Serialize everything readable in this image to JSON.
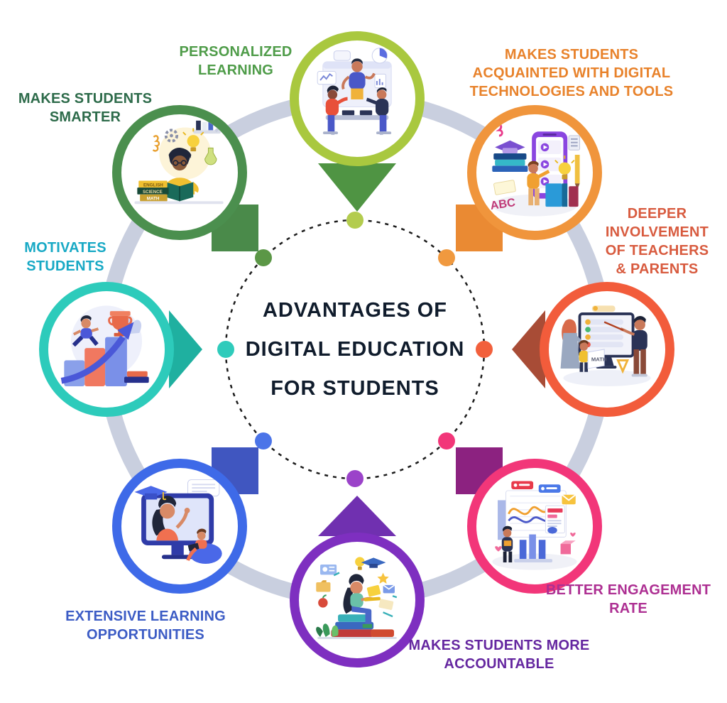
{
  "title": {
    "line1": "ADVANTAGES OF",
    "line2": "DIGITAL EDUCATION",
    "line3": "FOR STUDENTS",
    "text_color": "#101c2c"
  },
  "nodes": [
    {
      "id": "personalized-learning",
      "label": "PERSONALIZED LEARNING",
      "label_color": "#4f9c49",
      "ring_color": "#a9c83f",
      "dot_color": "#b3cc4e",
      "pointer_color": "#4f9443",
      "illustration": "teacher-presenting-to-students"
    },
    {
      "id": "digital-technologies",
      "label": "MAKES STUDENTS ACQUAINTED WITH DIGITAL TECHNOLOGIES AND TOOLS",
      "label_color": "#e8822b",
      "ring_color": "#f0953c",
      "dot_color": "#f0993f",
      "pointer_color": "#ea8a33",
      "illustration": "smartphone-elearning-apps",
      "illustration_texts": {
        "abc": "ABC"
      }
    },
    {
      "id": "teacher-parent-involvement",
      "label": "DEEPER INVOLVEMENT OF TEACHERS & PARENTS",
      "label_color": "#d85b3f",
      "ring_color": "#f25c3b",
      "dot_color": "#f2603c",
      "pointer_color": "#a84c36",
      "illustration": "teacher-screen-parent-child",
      "illustration_texts": {
        "math": "MATH"
      }
    },
    {
      "id": "engagement-rate",
      "label": "BETTER ENGAGEMENT RATE",
      "label_color": "#ad2f92",
      "ring_color": "#f23679",
      "dot_color": "#f23679",
      "pointer_color": "#8c2280",
      "illustration": "analytics-dashboard"
    },
    {
      "id": "accountable",
      "label": "MAKES STUDENTS MORE ACCOUNTABLE",
      "label_color": "#6527a0",
      "ring_color": "#7e2fc0",
      "dot_color": "#9b43c9",
      "pointer_color": "#7030b0",
      "illustration": "girl-laptop-on-book-stack"
    },
    {
      "id": "extensive-learning",
      "label": "EXTENSIVE LEARNING OPPORTUNITIES",
      "label_color": "#3c5cc5",
      "ring_color": "#3e6ae8",
      "dot_color": "#4b74e8",
      "pointer_color": "#4056c0",
      "illustration": "online-class-monitor"
    },
    {
      "id": "motivates-students",
      "label": "MOTIVATES STUDENTS",
      "label_color": "#18a9c5",
      "ring_color": "#2dcbbb",
      "dot_color": "#2fcbbb",
      "pointer_color": "#1fb0a0",
      "illustration": "growth-steps-trophy-arrow"
    },
    {
      "id": "makes-smarter",
      "label": "MAKES STUDENTS SMARTER",
      "label_color": "#2d6b4a",
      "ring_color": "#4b8f4e",
      "dot_color": "#5b9746",
      "pointer_color": "#4a8a4a",
      "illustration": "boy-reading-ideas",
      "illustration_texts": {
        "book1": "ENGLISH",
        "book2": "SCIENCE",
        "book3": "MATH"
      }
    }
  ],
  "decor": {
    "orbit_ring_color": "#c9cfdf",
    "hub_dash_color": "#1c1c1c",
    "background": "#ffffff"
  }
}
